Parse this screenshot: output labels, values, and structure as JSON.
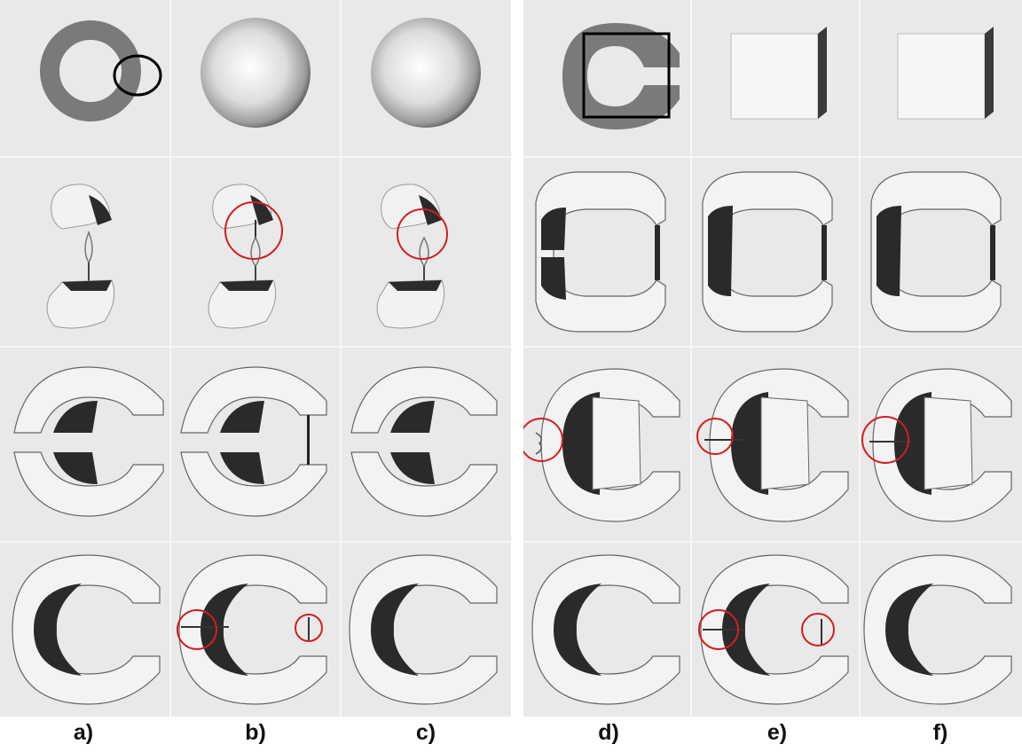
{
  "column_labels": [
    "a)",
    "b)",
    "c)",
    "d)",
    "e)",
    "f)"
  ],
  "colors": {
    "background": "#e9e9e9",
    "ring_gray": "#7a7a7a",
    "surface_light": "#f4f4f4",
    "surface_shadow": "#2b2b2b",
    "highlight_circle": "#d01f1f",
    "selection_box": "#000000"
  },
  "grid": {
    "rows": 4,
    "columns_per_panel": 3,
    "panels": 2
  }
}
